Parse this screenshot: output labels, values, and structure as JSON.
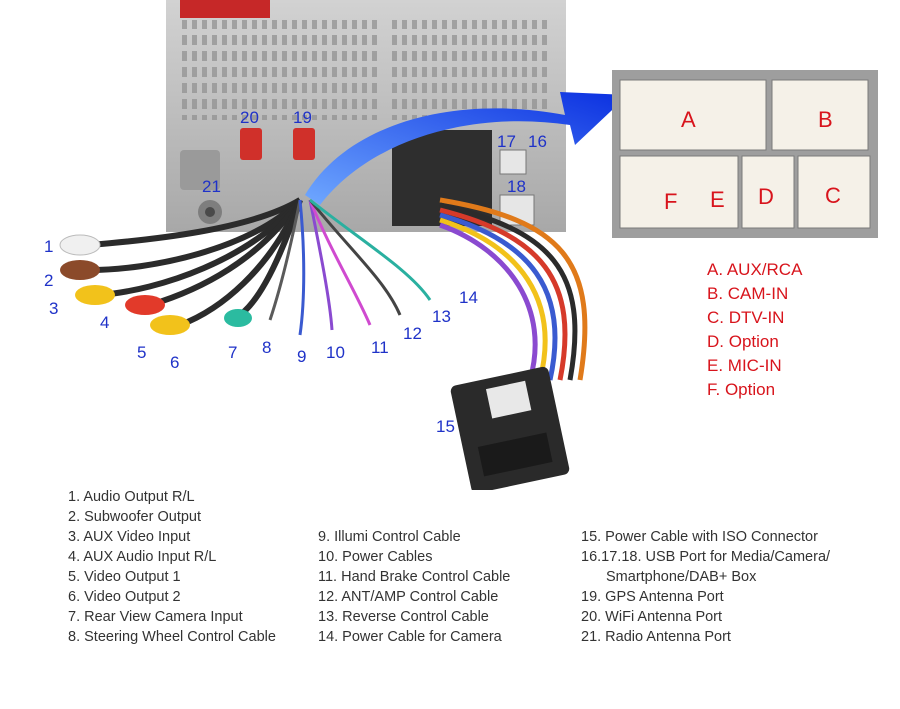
{
  "callouts": {
    "c1": "1",
    "c2": "2",
    "c3": "3",
    "c4": "4",
    "c5": "5",
    "c6": "6",
    "c7": "7",
    "c8": "8",
    "c9": "9",
    "c10": "10",
    "c11": "11",
    "c12": "12",
    "c13": "13",
    "c14": "14",
    "c15": "15",
    "c16": "16",
    "c17": "17",
    "c18": "18",
    "c19": "19",
    "c20": "20",
    "c21": "21"
  },
  "connector_pins": {
    "A": "A",
    "B": "B",
    "C": "C",
    "D": "D",
    "E": "E",
    "F": "F"
  },
  "pin_legend": [
    "A. AUX/RCA",
    "B. CAM-IN",
    "C. DTV-IN",
    "D. Option",
    "E. MIC-IN",
    "F. Option"
  ],
  "descriptions": {
    "col1": [
      "1. Audio Output R/L",
      "2. Subwoofer Output",
      "3. AUX Video Input",
      "4. AUX Audio Input R/L",
      "5. Video Output 1",
      "6. Video Output 2",
      "7. Rear View Camera Input",
      "8. Steering Wheel Control Cable"
    ],
    "col2": [
      "9. Illumi Control Cable",
      "10. Power Cables",
      "11. Hand Brake Control Cable",
      "12. ANT/AMP Control Cable",
      "13. Reverse Control Cable",
      "14. Power Cable for Camera"
    ],
    "col3": [
      "15. Power Cable with ISO Connector",
      "16.17.18. USB Port for Media/Camera/",
      "Smartphone/DAB+ Box",
      "19. GPS Antenna Port",
      "20. WiFi Antenna Port",
      "21. Radio Antenna Port"
    ]
  },
  "colors": {
    "callout": "#1f32c8",
    "legend": "#d8141c",
    "arrow": "#1536e6",
    "chassis": "#b8b8b8"
  }
}
